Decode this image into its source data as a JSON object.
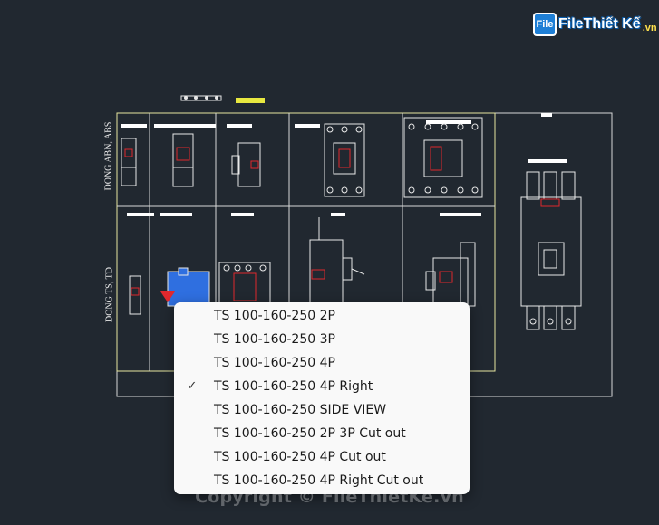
{
  "logo": {
    "text": "FileThiết Kế",
    "suffix": ".vn"
  },
  "drawing": {
    "row_labels": [
      "DONG ABN, ABS",
      "DONG TS, TD"
    ]
  },
  "context_menu": {
    "items": [
      {
        "label": "TS 100-160-250 2P",
        "checked": false
      },
      {
        "label": "TS 100-160-250 3P",
        "checked": false
      },
      {
        "label": "TS 100-160-250 4P",
        "checked": false
      },
      {
        "label": "TS 100-160-250 4P Right",
        "checked": true
      },
      {
        "label": "TS 100-160-250 SIDE VIEW",
        "checked": false
      },
      {
        "label": "TS 100-160-250 2P 3P Cut out",
        "checked": false
      },
      {
        "label": "TS 100-160-250 4P Cut out",
        "checked": false
      },
      {
        "label": "TS 100-160-250 4P Right Cut out",
        "checked": false
      }
    ],
    "check_glyph": "✓"
  },
  "watermark": "Copyright © FileThietKe.vn",
  "colors": {
    "background": "#212830",
    "border_yellow": "#e6e6a0",
    "line_white": "#d8d8d8",
    "accent_red": "#e0282d",
    "accent_blue": "#2f6fe0"
  }
}
